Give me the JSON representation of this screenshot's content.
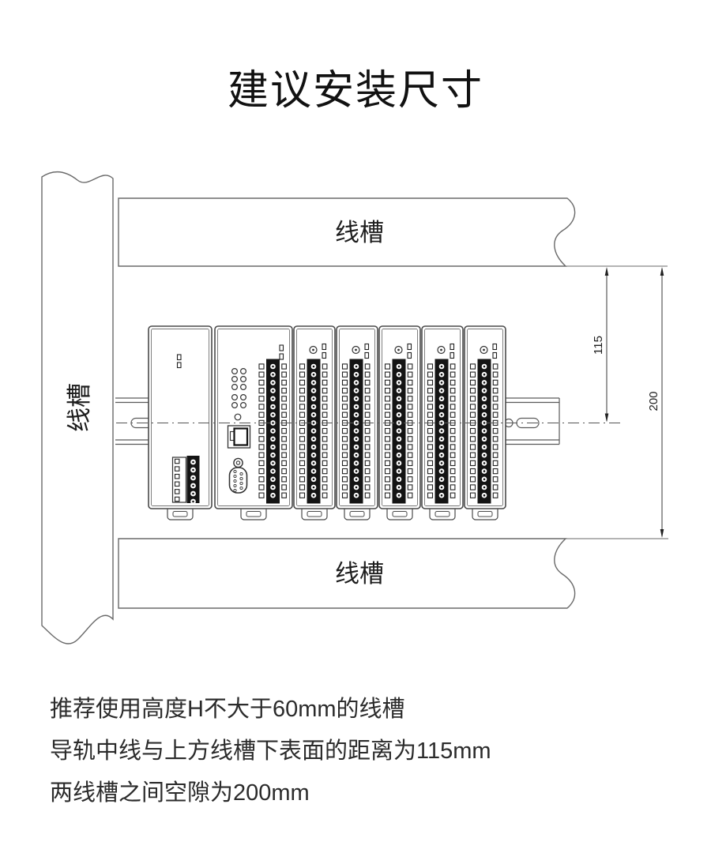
{
  "title": "建议安装尺寸",
  "diagram": {
    "left_duct_label": "线槽",
    "top_duct_label": "线槽",
    "bottom_duct_label": "线槽",
    "dim_rail_to_duct": "115",
    "dim_duct_gap": "200"
  },
  "notes": {
    "line1": "推荐使用高度H不大于60mm的线槽",
    "line2": "导轨中线与上方线槽下表面的距离为115mm",
    "line3": "两线槽之间空隙为200mm"
  },
  "colors": {
    "outline": "#6a6a6a",
    "module_line": "#4a4a4a",
    "dark_fill": "#141414",
    "text": "#2b2b2b",
    "background": "#ffffff"
  }
}
